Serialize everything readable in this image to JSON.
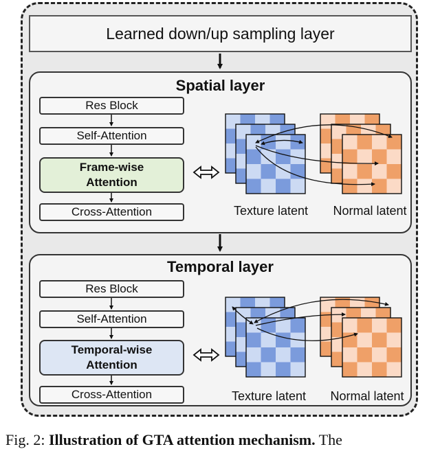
{
  "top_layer": "Learned down/up sampling layer",
  "spatial": {
    "title": "Spatial layer",
    "blocks": [
      "Res Block",
      "Self-Attention",
      "Frame-wise Attention",
      "Cross-Attention"
    ],
    "texture_label": "Texture latent",
    "normal_label": "Normal latent"
  },
  "temporal": {
    "title": "Temporal layer",
    "blocks": [
      "Res Block",
      "Self-Attention",
      "Temporal-wise Attention",
      "Cross-Attention"
    ],
    "texture_label": "Texture latent",
    "normal_label": "Normal latent"
  },
  "caption": {
    "prefix": "Fig. 2:",
    "bold": "Illustration of GTA attention mechanism.",
    "rest": "The"
  },
  "colors": {
    "texture_dark": "#7b9bdc",
    "texture_light": "#ccdaf3",
    "normal_dark": "#efa068",
    "normal_light": "#fbdac6",
    "frame_block": "#e3f0d8",
    "temporal_block": "#dde6f4"
  }
}
